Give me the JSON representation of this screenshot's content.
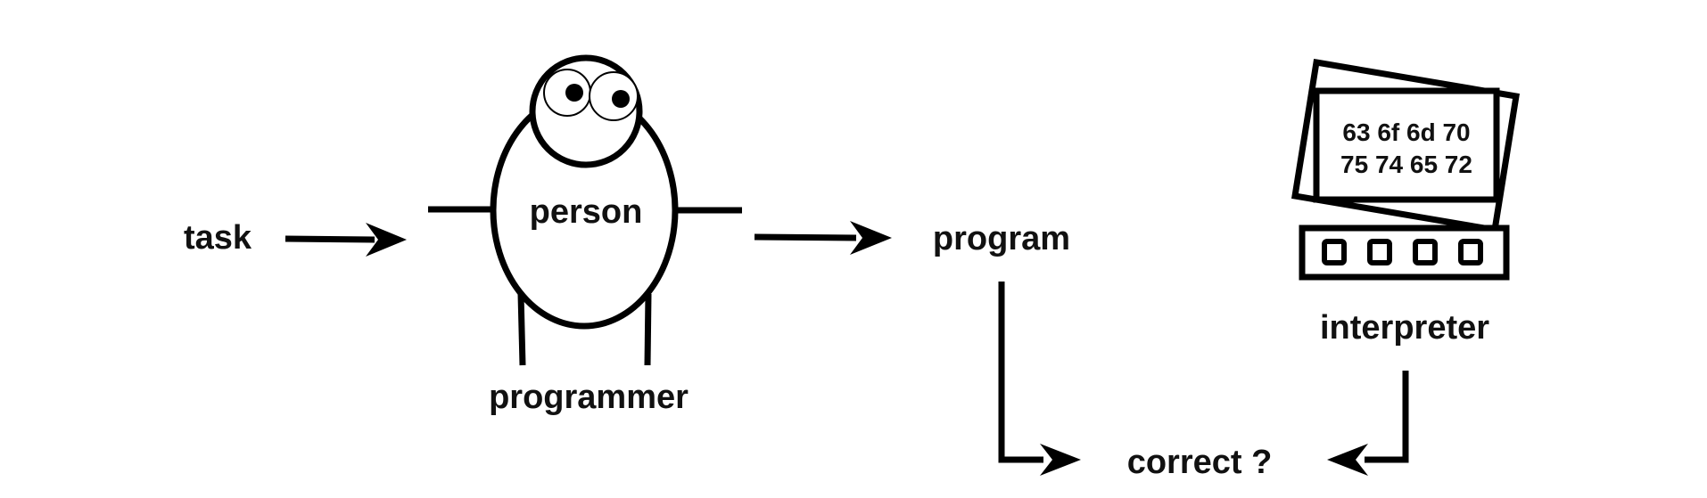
{
  "labels": {
    "task": "task",
    "person": "person",
    "programmer": "programmer",
    "program": "program",
    "interpreter": "interpreter",
    "correct": "correct ?"
  },
  "screen": {
    "line1": "63 6f 6d 70",
    "line2": "75 74 65 72"
  },
  "colors": {
    "stroke": "#000000",
    "text": "#111111",
    "background": "#ffffff"
  }
}
